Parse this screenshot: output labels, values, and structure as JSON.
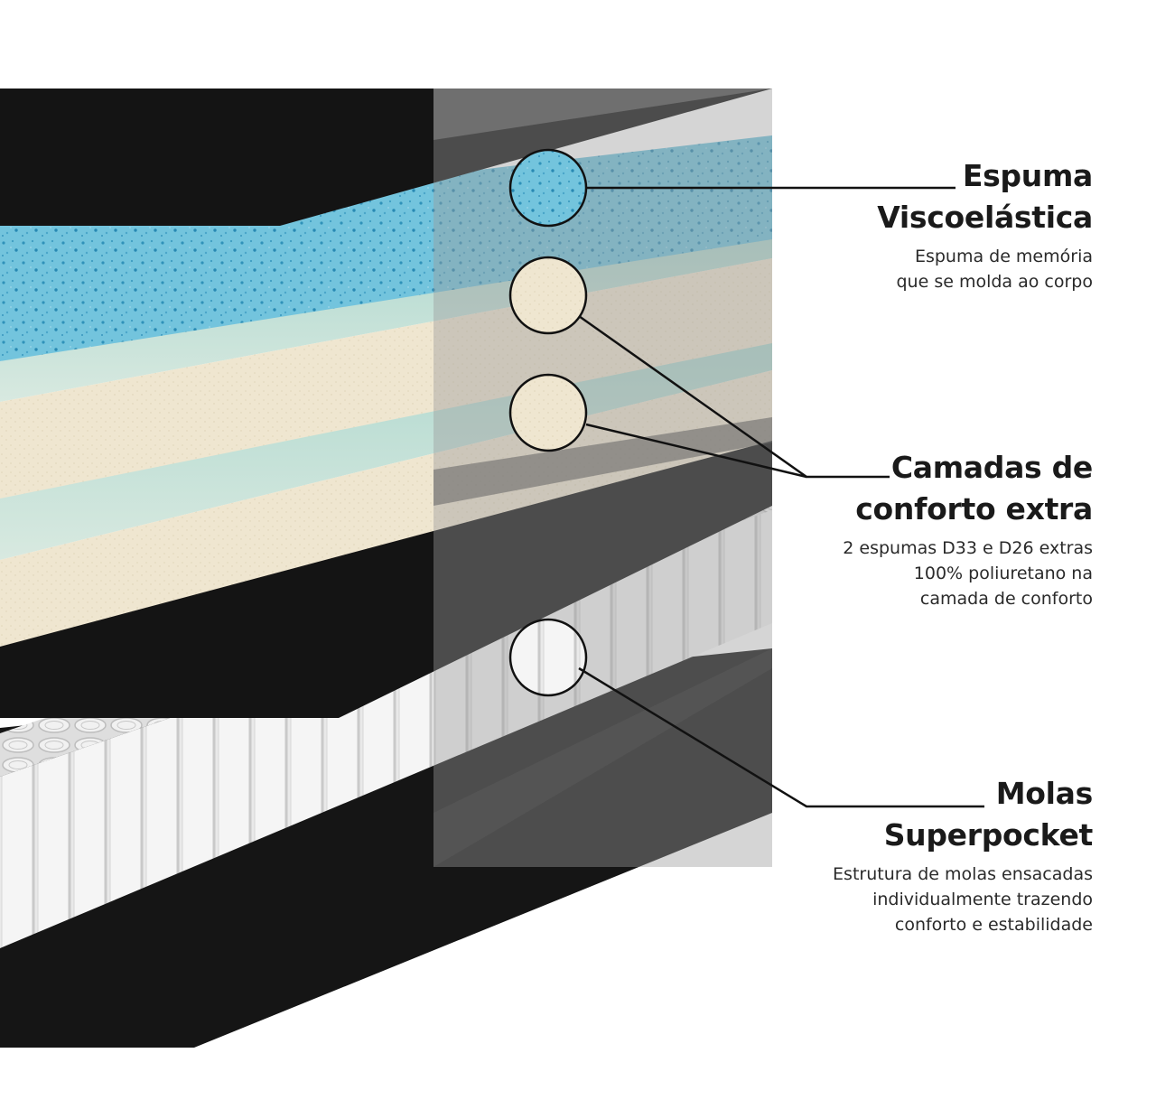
{
  "layers": [
    {
      "id": "visco",
      "title_line1": "Espuma",
      "title_line2": "Viscoelástica",
      "desc_lines": [
        "Espuma de memória",
        "que se molda ao corpo"
      ]
    },
    {
      "id": "conforto",
      "title_line1": "Camadas de",
      "title_line2": "conforto extra",
      "desc_lines": [
        "2 espumas D33 e D26 extras",
        "100% poliuretano na",
        "camada de conforto"
      ]
    },
    {
      "id": "molas",
      "title_line1": "Molas",
      "title_line2": "Superpocket",
      "desc_lines": [
        "Estrutura de molas ensacadas",
        "individualmente trazendo",
        "conforto e estabilidade"
      ]
    }
  ],
  "colors": {
    "background": "#ffffff",
    "dark_fabric": "#161616",
    "visco_blue": "#6fc3dc",
    "visco_speckle": "#2b8fb8",
    "cream_foam": "#efe7d2",
    "mint_foam": "#b7d8cf",
    "springs": "#e6e6e6",
    "callout_line": "#111111",
    "text": "#1a1a1a"
  },
  "icons": [
    "visco-sample-circle",
    "cream-foam-sample-circle",
    "spring-sample-circle"
  ]
}
